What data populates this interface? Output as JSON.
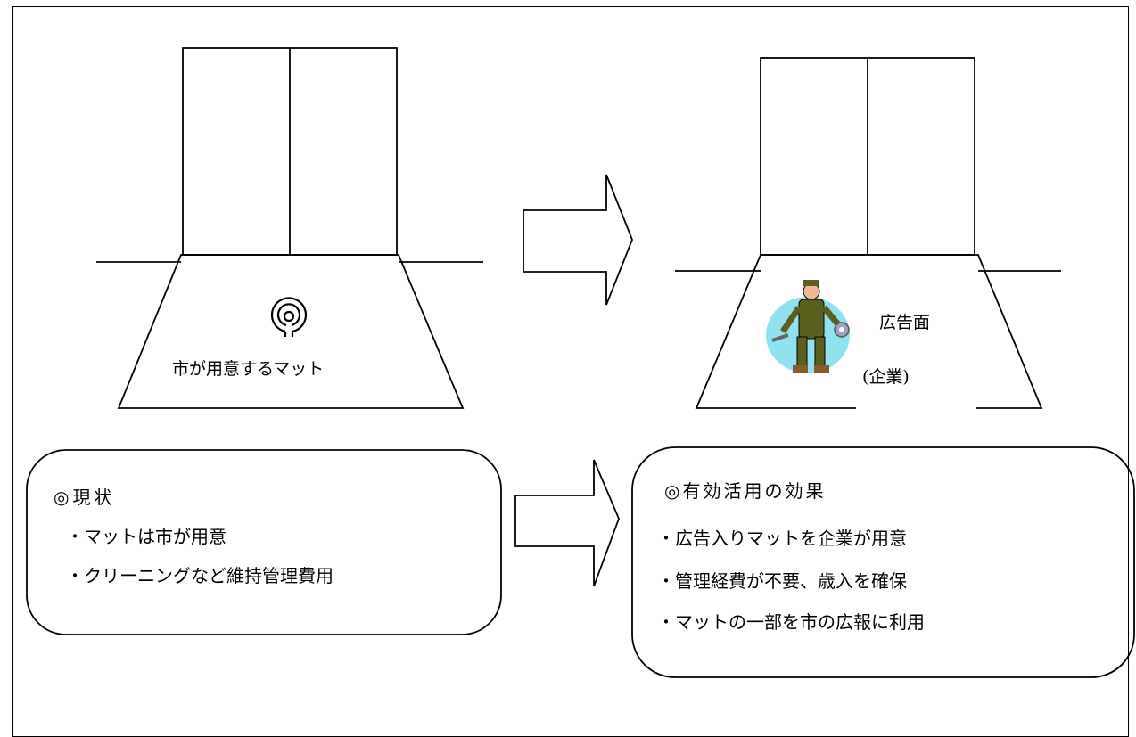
{
  "left_scene": {
    "mat_label": "市が用意するマット"
  },
  "right_scene": {
    "ad_label": "広告面",
    "company_label": "(企業)"
  },
  "current_box": {
    "title": "◎現状",
    "items": [
      "・マットは市が用意",
      "・クリーニングなど維持管理費用"
    ]
  },
  "effect_box": {
    "title": "◎有効活用の効果",
    "items": [
      "・広告入りマットを企業が用意",
      "・管理経費が不要、歳入を確保",
      "・マットの一部を市の広報に利用"
    ]
  },
  "colors": {
    "line": "#000000",
    "illustration_bg": "#8fe3f0",
    "worker_clothes": "#5b5f1e",
    "worker_skin": "#f0b890"
  },
  "icons": [
    "city-emblem-icon",
    "worker-illustration"
  ]
}
